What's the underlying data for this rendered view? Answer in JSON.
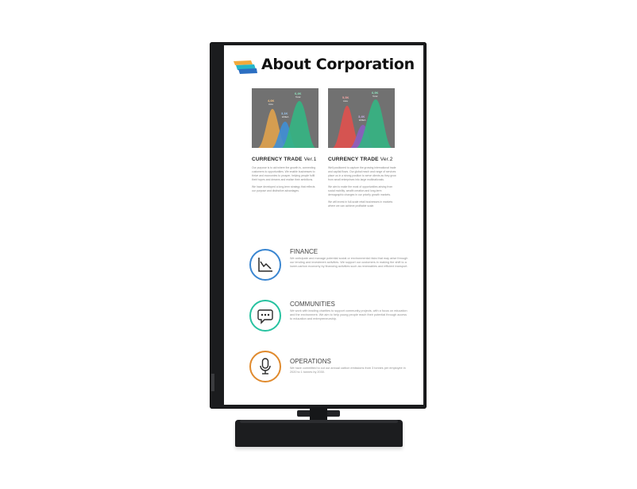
{
  "screen": {
    "title": "About Corporation",
    "flag_colors": [
      "#f2a93b",
      "#25b6c8",
      "#2c6fc2"
    ],
    "charts": [
      {
        "heading": "CURRENCY TRADE",
        "version": "Ver.1",
        "peaks": [
          {
            "value": "4,6K",
            "label": "Asia",
            "color": "#e0a24c"
          },
          {
            "value": "3,1K",
            "label": "EMEA",
            "color": "#3f8fd6"
          },
          {
            "value": "6,4K",
            "label": "Total",
            "color": "#34b583"
          }
        ],
        "paragraphs": [
          "Our purpose is to aid where the growth is, connecting customers to opportunities. We enable businesses to thrive and economies to prosper, helping people fulfil their hopes and dreams and realise their ambitions.",
          "We have developed a long-term strategy that reflects our purpose and distinctive advantages."
        ]
      },
      {
        "heading": "CURRENCY TRADE",
        "version": "Ver.2",
        "peaks": [
          {
            "value": "5,5K",
            "label": "Asia",
            "color": "#e0514e"
          },
          {
            "value": "3,4K",
            "label": "EMEA",
            "color": "#8a5fc2"
          },
          {
            "value": "6,9K",
            "label": "Total",
            "color": "#34b583"
          }
        ],
        "paragraphs": [
          "Well positioned to capture the growing international trade and capital flows. Our global reach and range of services place us in a strong position to serve clients as they grow from small enterprises into large multinationals.",
          "We aim to make the most of opportunities arising from social mobility, wealth creation and long-term demographic changes in our priority growth markets.",
          "We will invest in full-scale retail businesses in markets where we can achieve profitable scale."
        ]
      }
    ],
    "sections": [
      {
        "heading": "FINANCE",
        "icon": "line-chart-icon",
        "color": "#3a86d1",
        "text": "We anticipate and manage potential social or environmental risks that may arise through our lending and investment activities. We support our customers in making the shift to a lower-carbon economy by financing activities such as renewables and efficient transport."
      },
      {
        "heading": "COMMUNITIES",
        "icon": "speech-bubble-icon",
        "color": "#27c2a0",
        "text": "We work with leading charities to support community projects, with a focus on education and the environment. We aim to help young people reach their potential through access to education and entrepreneurship."
      },
      {
        "heading": "OPERATIONS",
        "icon": "microphone-icon",
        "color": "#e08a2d",
        "text": "We have committed to cut our annual carbon emissions from 3 tonnes per employee in 2020 to 1 tonnes by 2030."
      }
    ]
  }
}
